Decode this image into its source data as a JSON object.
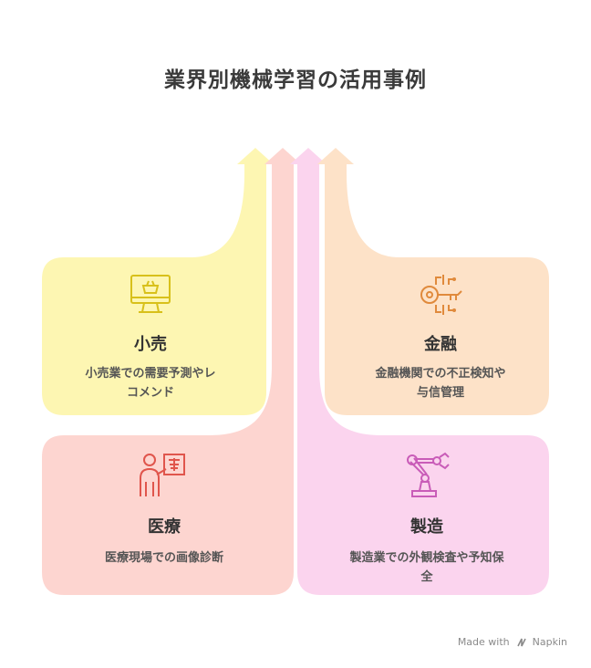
{
  "title": "業界別機械学習の活用事例",
  "colors": {
    "retail": "#fdf6b2",
    "finance": "#fde2c8",
    "medical": "#fdd5d0",
    "manufacturing": "#fbd4ee",
    "retail_icon": "#d8c01a",
    "finance_icon": "#e08a3c",
    "medical_icon": "#e0554c",
    "manufacturing_icon": "#c95cb8"
  },
  "cards": {
    "retail": {
      "title": "小売",
      "desc_line1": "小売業での需要予測やレ",
      "desc_line2": "コメンド",
      "icon": "shopping-monitor-icon"
    },
    "finance": {
      "title": "金融",
      "desc_line1": "金融機関での不正検知や",
      "desc_line2": "与信管理",
      "icon": "digital-key-icon"
    },
    "medical": {
      "title": "医療",
      "desc_line1": "医療現場での画像診断",
      "icon": "doctor-xray-icon"
    },
    "manufacturing": {
      "title": "製造",
      "desc_line1": "製造業での外観検査や予知保",
      "desc_line2": "全",
      "icon": "robot-arm-icon"
    }
  },
  "footer": {
    "made_with": "Made with",
    "brand": "Napkin"
  }
}
